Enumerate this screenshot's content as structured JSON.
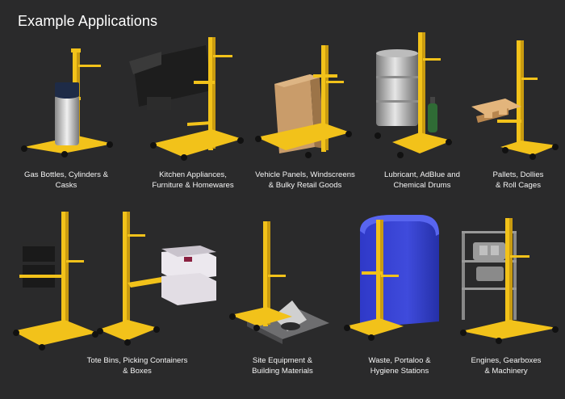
{
  "page": {
    "title": "Example Applications",
    "colors": {
      "background": "#2a2a2b",
      "lifter_yellow": "#f2c21a",
      "text": "#ffffff"
    }
  },
  "applications": [
    {
      "line1": "Gas Bottles, Cylinders &",
      "line2": "Casks",
      "icon": "gas-cylinder-lifter-icon"
    },
    {
      "line1": "Kitchen Appliances,",
      "line2": "Furniture & Homewares",
      "icon": "sofa-lifter-icon"
    },
    {
      "line1": "Vehicle Panels, Windscreens",
      "line2": "& Bulky Retail Goods",
      "icon": "box-lifter-icon"
    },
    {
      "line1": "Lubricant, AdBlue and",
      "line2": "Chemical Drums",
      "icon": "drum-lifter-icon"
    },
    {
      "line1": "Pallets, Dollies",
      "line2": "& Roll Cages",
      "icon": "pallet-lifter-icon"
    },
    {
      "line1": "Tote Bins, Picking Containers",
      "line2": "& Boxes",
      "icon": "tote-bin-lifter-icon"
    },
    {
      "line1": "Site Equipment &",
      "line2": "Building Materials",
      "icon": "site-equipment-lifter-icon"
    },
    {
      "line1": "Waste, Portaloo &",
      "line2": "Hygiene Stations",
      "icon": "portaloo-lifter-icon"
    },
    {
      "line1": "Engines, Gearboxes",
      "line2": "& Machinery",
      "icon": "engine-lifter-icon"
    }
  ]
}
